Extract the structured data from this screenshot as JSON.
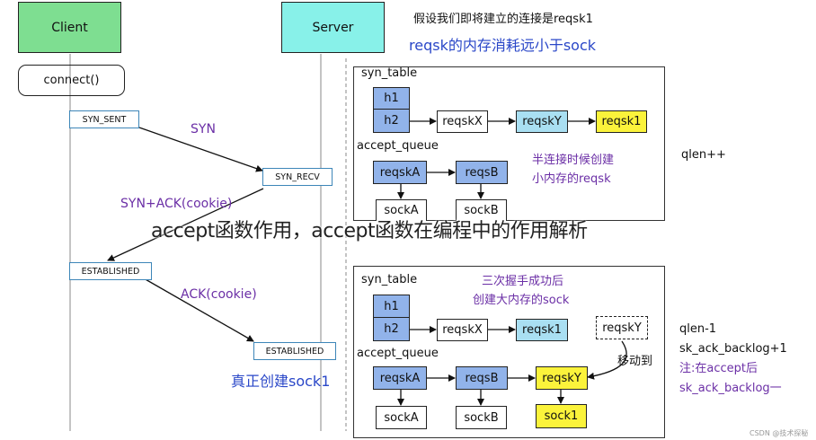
{
  "headers": {
    "client": "Client",
    "server": "Server"
  },
  "top_notes": {
    "line1": "假设我们即将建立的连接是reqsk1",
    "line2": "reqsk的内存消耗远小于sock"
  },
  "client_box": {
    "connect": "connect()"
  },
  "states": {
    "syn_sent": "SYN_SENT",
    "syn_recv": "SYN_RECV",
    "established_client": "ESTABLISHED",
    "established_server": "ESTABLISHED"
  },
  "messages": {
    "syn": "SYN",
    "synack": "SYN+ACK(cookie)",
    "ack": "ACK(cookie)"
  },
  "bottom_note": "真正创建sock1",
  "watermark": "accept函数作用，accept函数在编程中的作用解析",
  "panel1": {
    "syn_table": "syn_table",
    "h1": "h1",
    "h2": "h2",
    "reqskX": "reqskX",
    "reqskY": "reqskY",
    "reqsk1": "reqsk1",
    "accept_queue": "accept_queue",
    "reqskA": "reqskA",
    "reqsB": "reqsB",
    "sockA": "sockA",
    "sockB": "sockB",
    "note_line1": "半连接时候创建",
    "note_line2": "小内存的reqsk"
  },
  "panel2": {
    "syn_table": "syn_table",
    "h1": "h1",
    "h2": "h2",
    "reqskX": "reqskX",
    "reqsk1": "reqsk1",
    "reqskY_dashed": "reqskY",
    "accept_queue": "accept_queue",
    "reqskA": "reqskA",
    "reqsB": "reqsB",
    "reqskY": "reqskY",
    "sockA": "sockA",
    "sockB": "sockB",
    "sock1": "sock1",
    "note_line1": "三次握手成功后",
    "note_line2": "创建大内存的sock",
    "move_label": "移动到"
  },
  "side": {
    "qlen_inc": "qlen++",
    "qlen_dec": "qlen-1",
    "backlog_inc": "sk_ack_backlog+1",
    "note1": "注:在accept后",
    "note2": "sk_ack_backlog一"
  },
  "credit": "CSDN @技术探秘",
  "colors": {
    "client_header": "#7ede91",
    "server_header": "#88f1e9",
    "hash_bucket": "#91b3ea",
    "reqsk_light": "#a9dff2",
    "highlight": "#fbf33b",
    "note_purple": "#6b2fa6",
    "note_blue": "#2a47c8"
  }
}
